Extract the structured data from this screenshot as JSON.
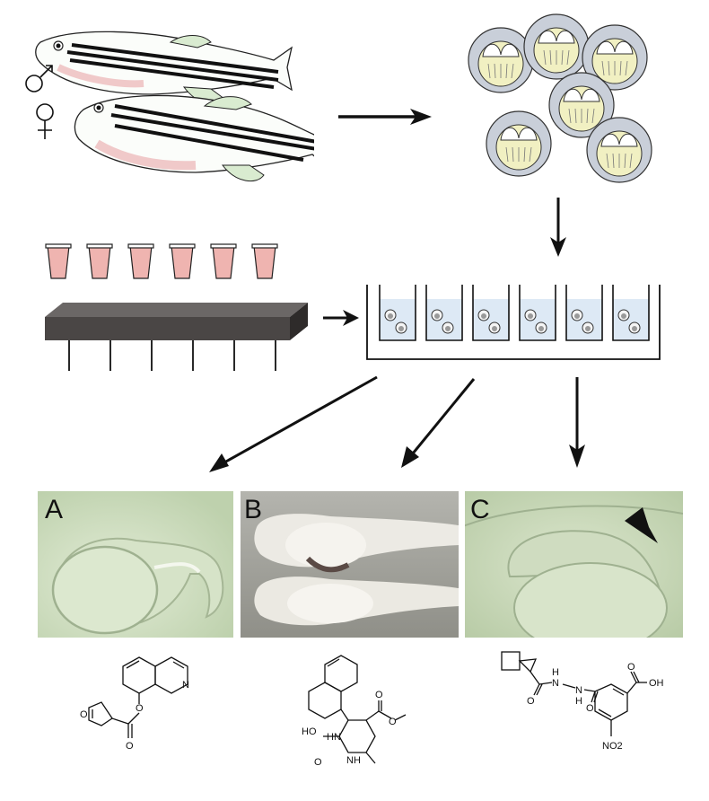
{
  "sex_symbols": {
    "male": "♂",
    "female": "♀"
  },
  "panels": [
    {
      "letter": "A"
    },
    {
      "letter": "B"
    },
    {
      "letter": "C"
    }
  ],
  "chem_labels": {
    "quinoline_n": "N",
    "furan_o": "O",
    "ester_o": "O",
    "carbonyl_o": "O",
    "ho": "HO",
    "nh_top": "HN",
    "nh_bottom": "NH",
    "urea_o": "O",
    "ester2_o1": "O",
    "ester2_o2": "O",
    "hydrazide_nh1": "H",
    "hydrazide_n1": "N",
    "hydrazide_n2": "N",
    "hydrazide_nh2": "H",
    "amide_o1": "O",
    "amide_o2": "O",
    "acid_oh": "OH",
    "acid_o": "O",
    "nitro": "NO2"
  },
  "colors": {
    "fish_stripe": "#111111",
    "fish_green": "#cfe6c3",
    "fish_pink": "#f3d5d5",
    "egg_outer": "#c9cfd9",
    "yolk": "#f1f0c2",
    "tube_fill": "#efb4b0",
    "block_top": "#5e5a59",
    "block_front": "#3f3b3a",
    "well_water": "#dde9f5",
    "photo_green": "#cfdcc0"
  }
}
